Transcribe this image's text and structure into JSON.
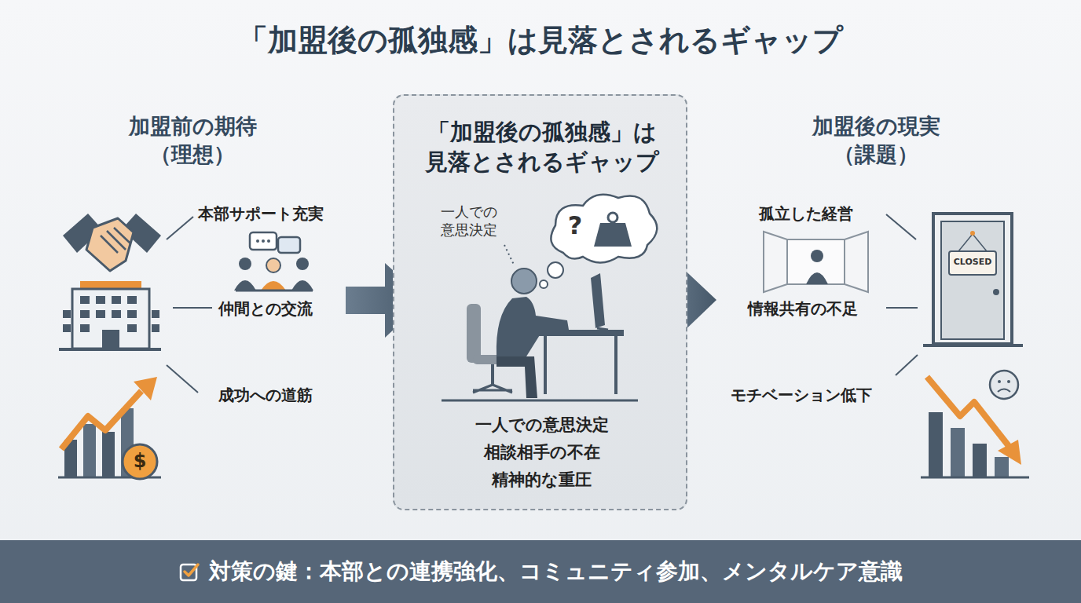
{
  "diagram": {
    "title": "「加盟後の孤独感」は見落とされるギャップ",
    "nodes": [
      {
        "text": [
          "「加盟後の孤独感」は 見落とされるギャップ",
          "一人での 意思決定",
          "一人での意思決定",
          "相談相手の不在",
          "精神的な重圧"
        ]
      },
      {
        "text": [
          "対策の鍵：本部との連携強化、コミュニティ参加、メンタルケア意識"
        ]
      }
    ],
    "labels": [
      "加盟前の期待 （理想）",
      "本部サポート充実",
      "仲間との交流",
      "成功への道筋",
      "$",
      "?",
      "加盟後の現実 （課題）",
      "孤立した経営",
      "情報共有の不足",
      "モチベーション低下",
      "CLOSED"
    ]
  }
}
